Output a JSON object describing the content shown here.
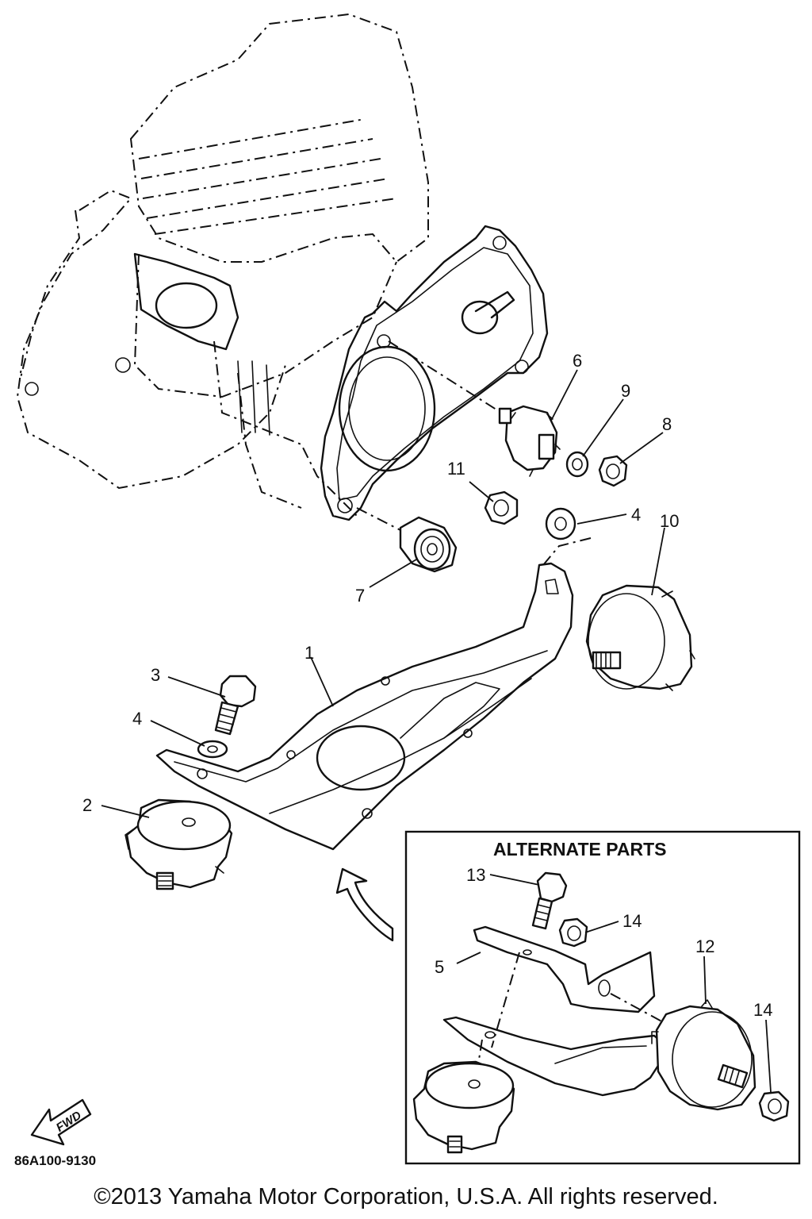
{
  "diagram": {
    "callouts": [
      {
        "id": "c1",
        "text": "1"
      },
      {
        "id": "c2",
        "text": "2"
      },
      {
        "id": "c3",
        "text": "3"
      },
      {
        "id": "c4a",
        "text": "4"
      },
      {
        "id": "c4b",
        "text": "4"
      },
      {
        "id": "c5",
        "text": "5"
      },
      {
        "id": "c6",
        "text": "6"
      },
      {
        "id": "c7",
        "text": "7"
      },
      {
        "id": "c8",
        "text": "8"
      },
      {
        "id": "c9",
        "text": "9"
      },
      {
        "id": "c10",
        "text": "10"
      },
      {
        "id": "c11",
        "text": "11"
      },
      {
        "id": "c12",
        "text": "12"
      },
      {
        "id": "c13",
        "text": "13"
      },
      {
        "id": "c14a",
        "text": "14"
      },
      {
        "id": "c14b",
        "text": "14"
      }
    ],
    "alternate_box_title": "ALTERNATE PARTS",
    "fwd_label": "FWD",
    "diagram_code": "86A100-9130"
  },
  "footer": {
    "copyright": "©2013 Yamaha Motor Corporation, U.S.A. All rights reserved."
  }
}
